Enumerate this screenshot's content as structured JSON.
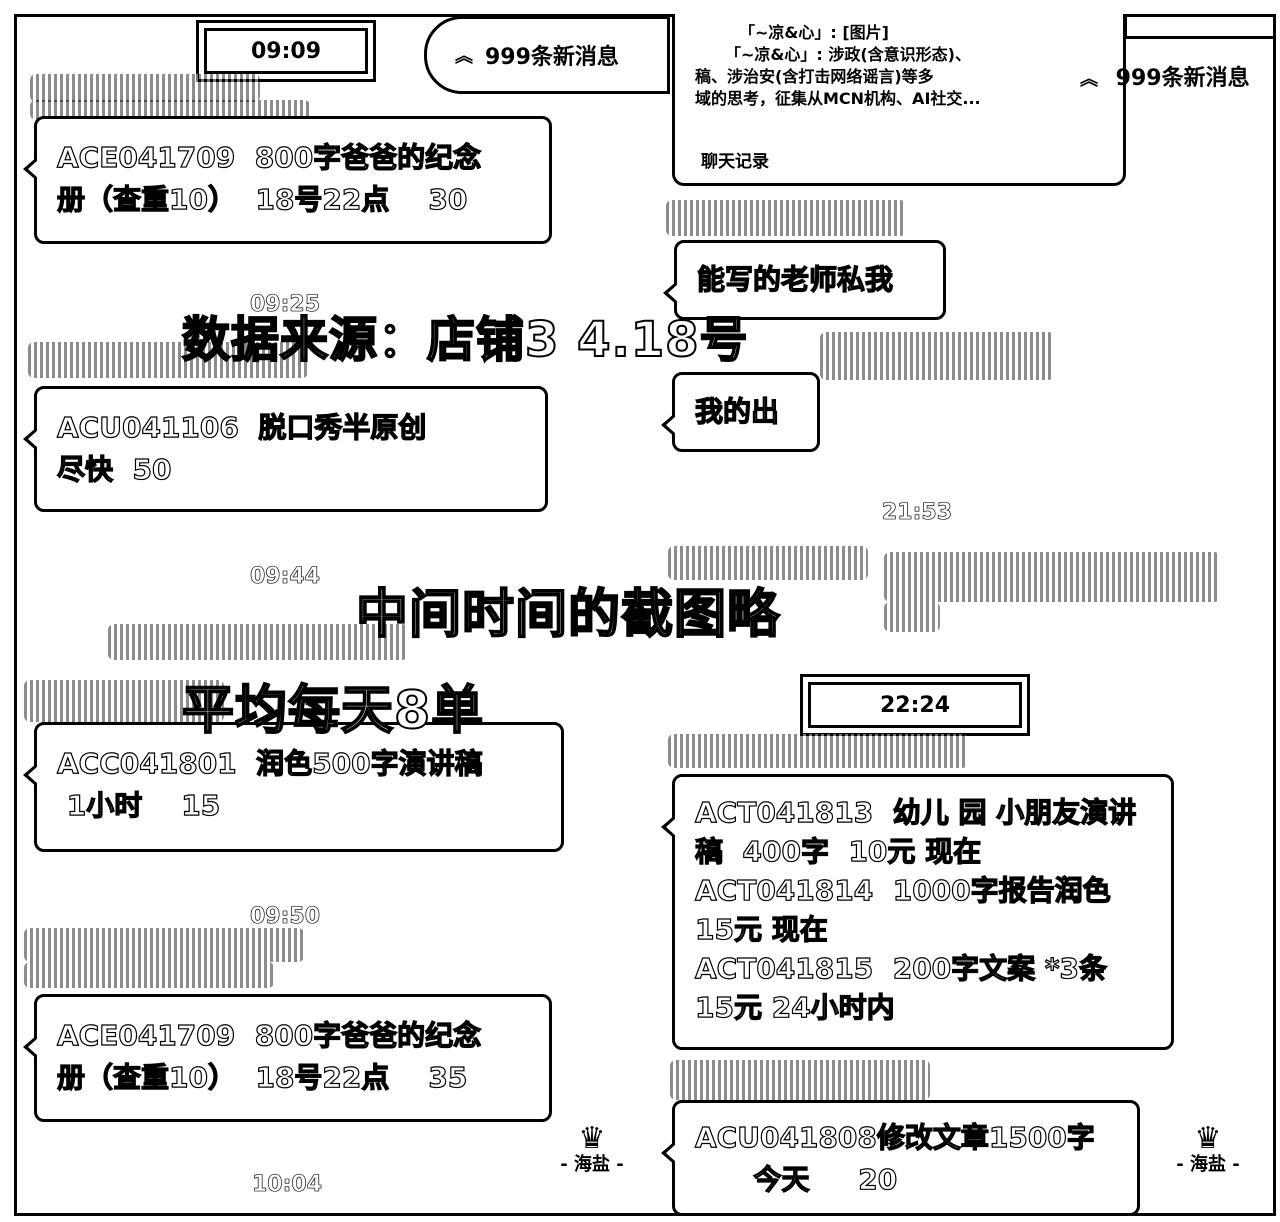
{
  "header": {
    "time_left": "09:09",
    "new_messages_left": "999条新消息",
    "new_messages_right": "999条新消息"
  },
  "quote_card": {
    "lines": [
      "「~凉&心」: [图片]",
      "「~凉&心」: 涉政(含意识形态)、",
      "稿、涉治安(含打击网络谣言)等多",
      "域的思考，征集从MCN机构、AI社交..."
    ],
    "footer": "聊天记录"
  },
  "left_messages": [
    {
      "time": "",
      "lines": [
        "ACE041709  800字爸爸的纪念",
        "册（查重10）  18号22点    30"
      ]
    },
    {
      "time": "09:25",
      "lines": [
        "ACU041106  脱口秀半原创",
        "尽快  50"
      ]
    },
    {
      "time": "09:44",
      "lines": [
        "ACC041801  润色500字演讲稿",
        " 1小时    15"
      ]
    },
    {
      "time": "09:50",
      "lines": [
        "ACE041709  800字爸爸的纪念",
        "册（查重10）  18号22点    35"
      ]
    }
  ],
  "left_bottom_time": "10:04",
  "right_messages": [
    {
      "lines": [
        "能写的老师私我"
      ]
    },
    {
      "lines": [
        "我的出"
      ]
    },
    {
      "lines": [
        "ACT041813  幼儿 园 小朋友演讲",
        "稿  400字  10元 现在",
        "ACT041814  1000字报告润色",
        "15元 现在",
        "ACT041815  200字文案 *3条",
        "15元 24小时内"
      ]
    },
    {
      "lines": [
        "ACU041808修改文章1500字",
        "      今天     20"
      ]
    }
  ],
  "right_times": {
    "t1": "21:53",
    "t2": "22:24"
  },
  "overlays": {
    "source": "数据来源：店铺3 4.18号",
    "middle": "中间时间的截图略",
    "average": "平均每天8单"
  },
  "crown_labels": {
    "left": "- 海盐 -",
    "right": "- 海盐 -"
  },
  "icons": {
    "crown": "crown-icon",
    "chevron": "double-chevron-up-icon"
  }
}
